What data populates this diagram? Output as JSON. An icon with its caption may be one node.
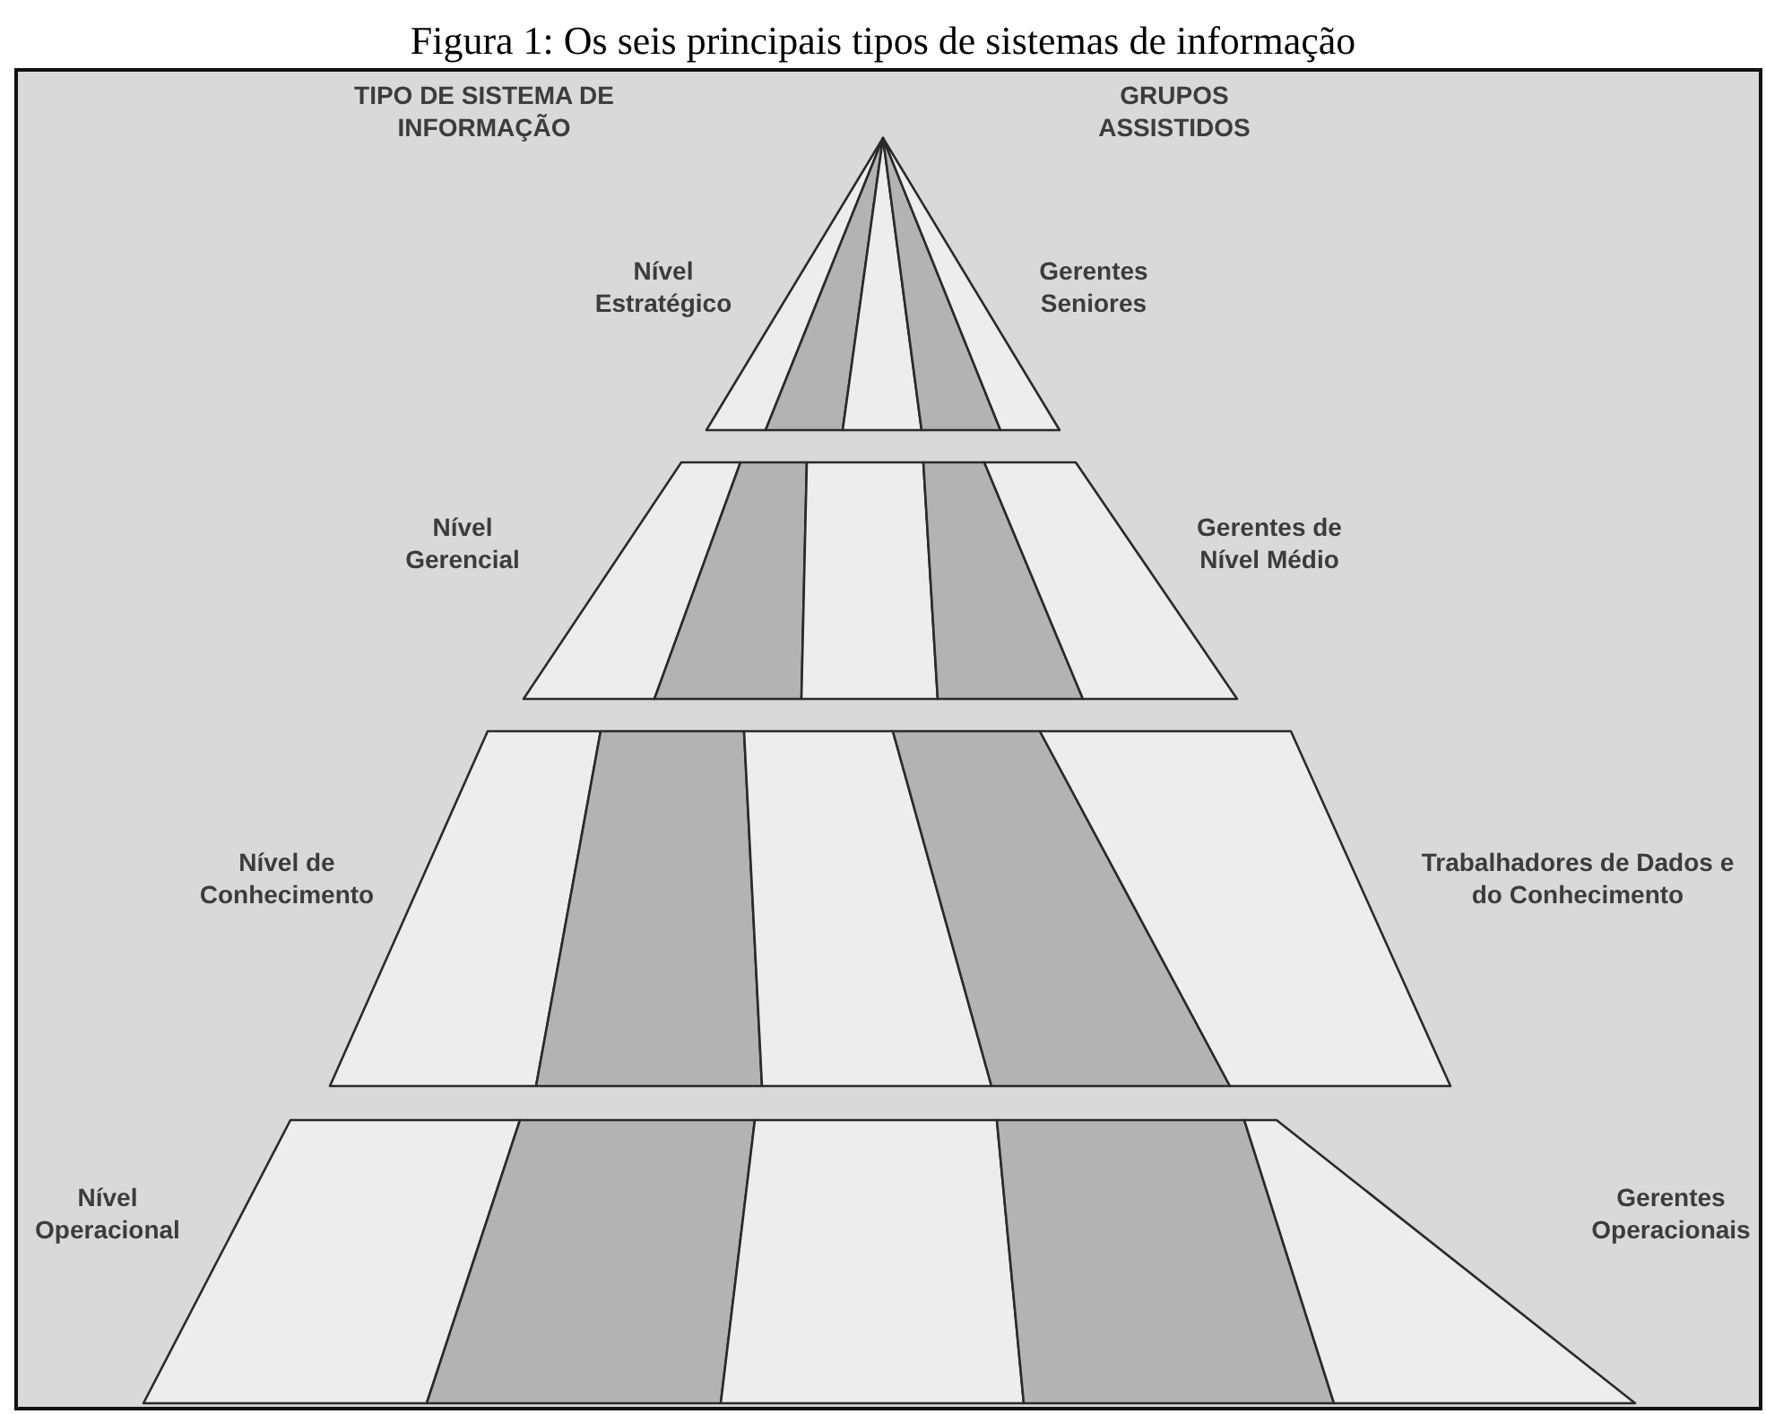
{
  "diagram": {
    "title": "Figura 1: Os seis principais tipos de sistemas de informação",
    "nodes": [
      {
        "text": [],
        "shape": "triangle",
        "beside": [
          "Nível Estratégico",
          "Gerentes Seniores"
        ]
      },
      {
        "text": [],
        "shape": "trapezoid",
        "beside": [
          "Nível Gerencial",
          "Gerentes de Nível Médio"
        ]
      },
      {
        "text": [],
        "shape": "trapezoid",
        "beside": [
          "Nível de Conhecimento",
          "Trabalhadores de Dados e do Conhecimento"
        ]
      },
      {
        "text": [],
        "shape": "trapezoid",
        "beside": [
          "Nível Operacional",
          "Gerentes Operacionais"
        ]
      }
    ],
    "labels": [
      "TIPO DE SISTEMA DE INFORMAÇÃO",
      "GRUPOS ASSISTIDOS"
    ]
  }
}
